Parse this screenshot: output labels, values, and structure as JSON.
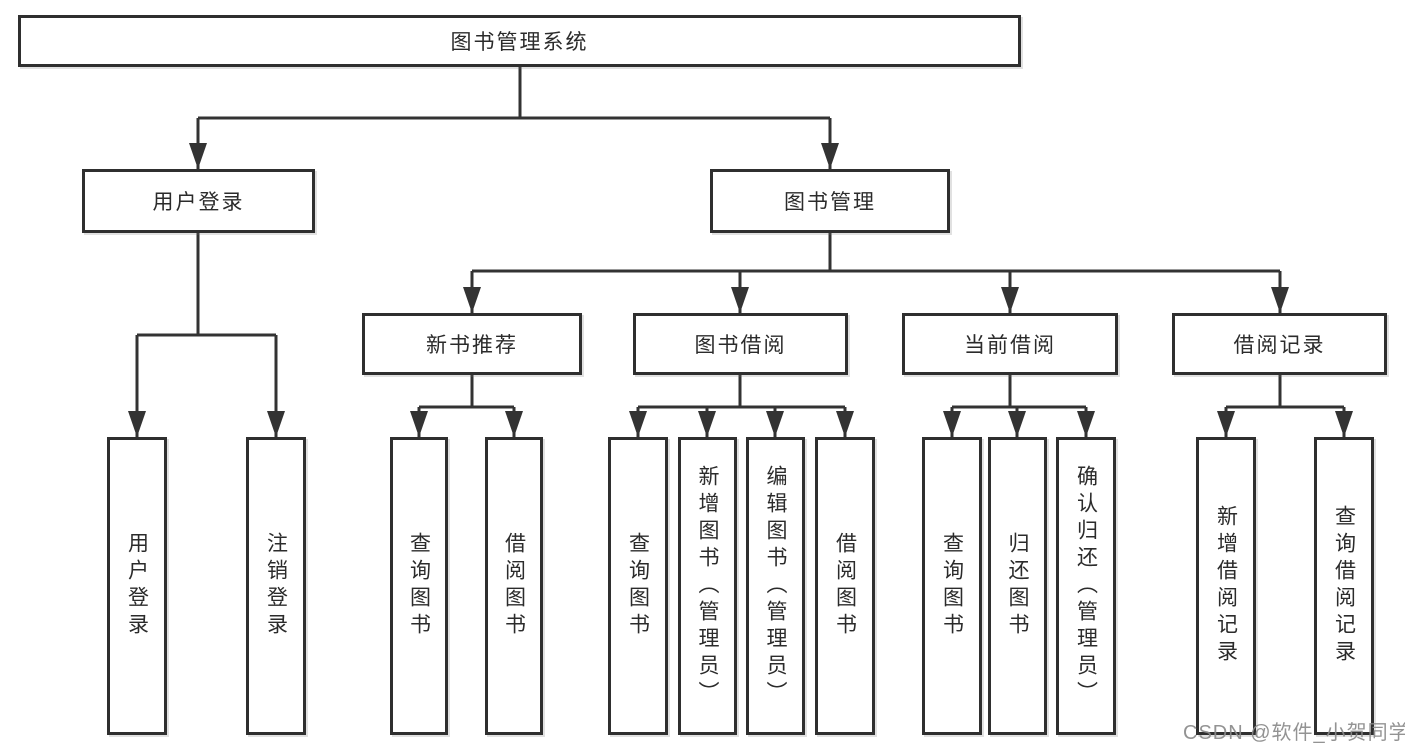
{
  "diagram": {
    "root": "图书管理系统",
    "branches": [
      {
        "label": "用户登录",
        "leaves": [
          "用户登录",
          "注销登录"
        ]
      },
      {
        "label": "图书管理",
        "sections": [
          {
            "label": "新书推荐",
            "leaves": [
              "查询图书",
              "借阅图书"
            ]
          },
          {
            "label": "图书借阅",
            "leaves": [
              "查询图书",
              "新增图书（管理员）",
              "编辑图书（管理员）",
              "借阅图书"
            ]
          },
          {
            "label": "当前借阅",
            "leaves": [
              "查询图书",
              "归还图书",
              "确认归还（管理员）"
            ]
          },
          {
            "label": "借阅记录",
            "leaves": [
              "新增借阅记录",
              "查询借阅记录"
            ]
          }
        ]
      }
    ]
  },
  "watermark": "CSDN @软件_小贺同学",
  "colors": {
    "line": "#333333",
    "box_border": "#2f2f2f",
    "text": "#2b2b2b",
    "watermark": "#8a8a8a",
    "background": "#ffffff"
  }
}
